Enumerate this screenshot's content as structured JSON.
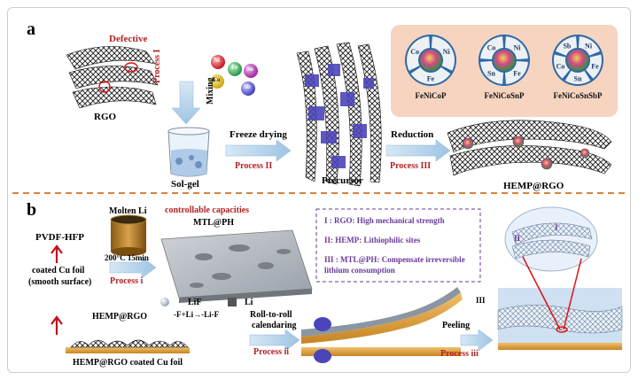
{
  "panel_a": {
    "label": "a",
    "rgo_defective": "Defective",
    "rgo_label": "RGO",
    "process_i": "Process I",
    "mixing": "Mixing",
    "ions": [
      "Ni",
      "Co",
      "Fe",
      "Sn",
      "Sb"
    ],
    "solgel_label": "Sol-gel",
    "freeze_drying": "Freeze drying",
    "process_ii": "Process II",
    "precursor_label": "Precursor",
    "reduction": "Reduction",
    "process_iii": "Process III",
    "hemp_label": "HEMP@RGO",
    "particles": [
      {
        "name": "FeNiCoP",
        "segments": [
          "Ni",
          "Fe",
          "Co"
        ]
      },
      {
        "name": "FeNiCoSnP",
        "segments": [
          "Ni",
          "Fe",
          "Sn",
          "Co"
        ]
      },
      {
        "name": "FeNiCoSnSbP",
        "segments": [
          "Ni",
          "Fe",
          "Sn",
          "Co",
          "Sb"
        ]
      }
    ]
  },
  "panel_b": {
    "label": "b",
    "pvdf": "PVDF-HFP",
    "coated_cu": "coated Cu foil",
    "smooth_surface": "(smooth surface)",
    "molten_li": "Molten Li",
    "temp_time": "200°C  15min",
    "process_i": "Process i",
    "controllable": "controllable capacities",
    "mtl_ph": "MTL@PH",
    "lif": "LiF",
    "li": "Li",
    "reaction": "-F+Li→-Li-F",
    "hemp_rgo": "HEMP@RGO",
    "hemp_rgo_foil": "HEMP@RGO coated Cu foil",
    "roll_to_roll": "Roll-to-roll",
    "calendaring": "calendaring",
    "process_ii": "Process ii",
    "peeling": "Peeling",
    "process_iii": "Process iii",
    "info_lines": [
      "I : RGO: High mechanical strength",
      "II: HEMP: Lithiophilic sites",
      "III : MTL@PH: Compensate irreversible",
      "lithium consumption"
    ],
    "roman_iii": "III",
    "roman_ii": "II",
    "roman_i": "I"
  },
  "colors": {
    "process_red": "#b22222",
    "info_purple": "#6a3a9a",
    "divider_orange": "#d9823b",
    "arrow_blue": "#a8cbe6",
    "foil_orange": "#e2a13a",
    "particle_panel": "#f7d4bf"
  }
}
